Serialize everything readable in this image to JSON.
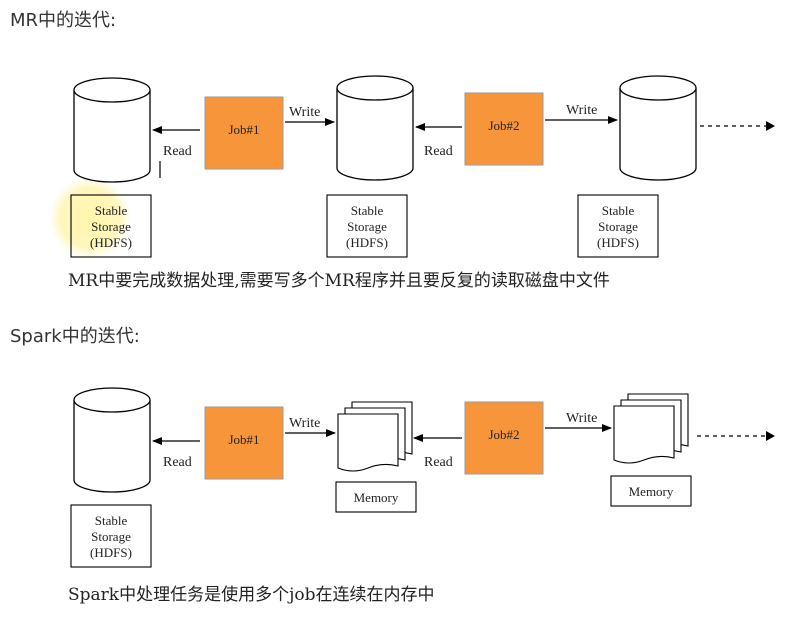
{
  "mr": {
    "title": "MR中的迭代:",
    "caption": "MR中要完成数据处理,需要写多个MR程序并且要反复的读取磁盘中文件",
    "job1": "Job#1",
    "job2": "Job#2",
    "write": "Write",
    "read": "Read",
    "storage_line1": "Stable",
    "storage_line2": "Storage",
    "storage_line3": "(HDFS)"
  },
  "spark": {
    "title": "Spark中的迭代:",
    "caption": "Spark中处理任务是使用多个job在连续在内存中",
    "job1": "Job#1",
    "job2": "Job#2",
    "write": "Write",
    "read": "Read",
    "storage_line1": "Stable",
    "storage_line2": "Storage",
    "storage_line3": "(HDFS)",
    "memory": "Memory"
  },
  "colors": {
    "job_fill": "#f7953b",
    "highlight": "#fff3a0"
  }
}
